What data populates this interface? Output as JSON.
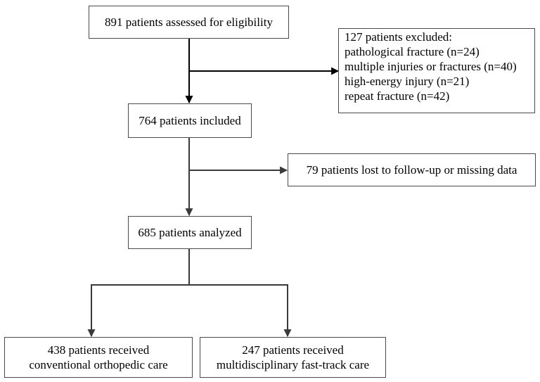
{
  "boxes": {
    "assessed": {
      "text": "891 patients assessed for eligibility"
    },
    "excluded": {
      "title": "127 patients excluded:",
      "reasons": [
        "pathological fracture (n=24)",
        "multiple injuries or fractures (n=40)",
        "high-energy injury (n=21)",
        "repeat fracture (n=42)"
      ]
    },
    "included": {
      "text": "764 patients included"
    },
    "lost": {
      "text": "79 patients lost to follow-up or missing data"
    },
    "analyzed": {
      "text": "685 patients analyzed"
    },
    "conventional": {
      "line1": "438 patients received",
      "line2": "conventional orthopedic care"
    },
    "fasttrack": {
      "line1": "247 patients received",
      "line2": "multidisciplinary fast-track care"
    }
  },
  "colors": {
    "line": "#3a3a3a",
    "line_dark": "#000000",
    "border": "#4a4a4a"
  }
}
